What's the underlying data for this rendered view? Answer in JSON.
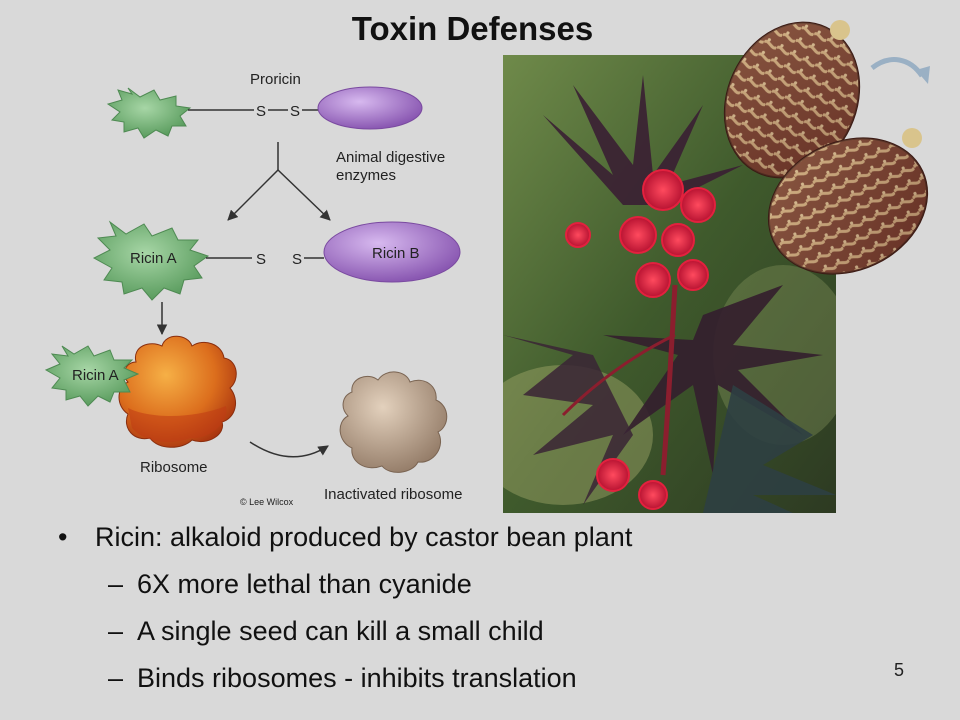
{
  "slide": {
    "title": "Toxin Defenses",
    "page_number": "5"
  },
  "diagram": {
    "proricin": "Proricin",
    "s_bond": "S",
    "enzymes_line1": "Animal digestive",
    "enzymes_line2": "enzymes",
    "ricin_a": "Ricin A",
    "ricin_b": "Ricin B",
    "ribosome": "Ribosome",
    "inactivated": "Inactivated ribosome",
    "credit": "© Lee Wilcox"
  },
  "bullets": [
    {
      "level": 1,
      "marker": "•",
      "text": "Ricin: alkaloid produced by castor bean plant"
    },
    {
      "level": 2,
      "marker": "–",
      "text": "6X more lethal than cyanide"
    },
    {
      "level": 2,
      "marker": "–",
      "text": "A single seed can kill a small child"
    },
    {
      "level": 2,
      "marker": "–",
      "text": "Binds ribosomes - inhibits translation"
    }
  ],
  "colors": {
    "background": "#d9d9d9",
    "ricin_a": "#6fae72",
    "ricin_b": "#9b6cc0",
    "ribosome": "#d86a1c",
    "inactivated": "#b9a08a"
  }
}
